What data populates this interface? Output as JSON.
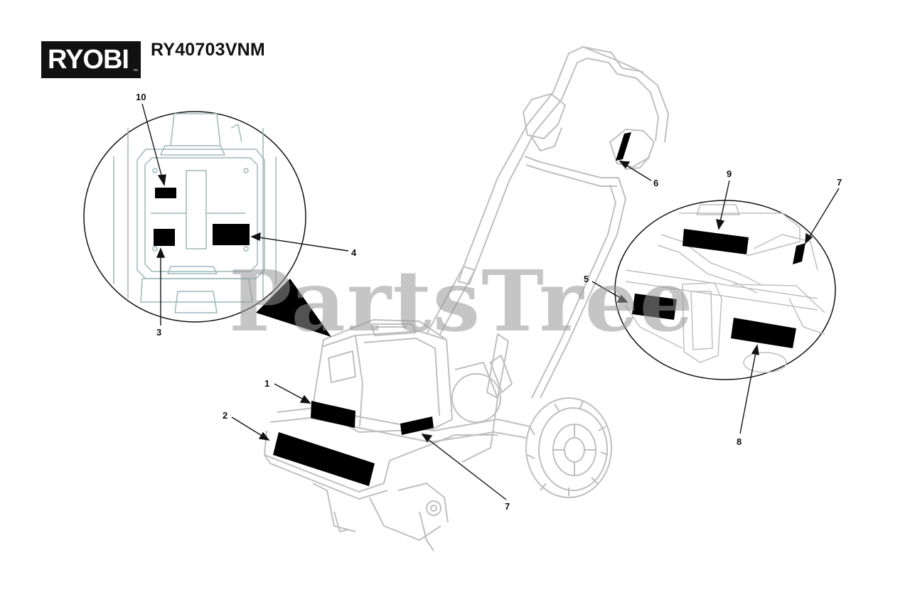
{
  "brand": {
    "logo_text": "RYOBI",
    "trademark": "™"
  },
  "model": "RY40703VNM",
  "watermark": "PartsTree",
  "callouts": {
    "c1": "1",
    "c2": "2",
    "c3": "3",
    "c4": "4",
    "c5": "5",
    "c6": "6",
    "c7a": "7",
    "c7b": "7",
    "c8": "8",
    "c9": "9",
    "c10": "10"
  },
  "colors": {
    "line": "#bfbfbf",
    "detail_line": "#9fb7b9",
    "label": "#000000",
    "text": "#111111"
  }
}
